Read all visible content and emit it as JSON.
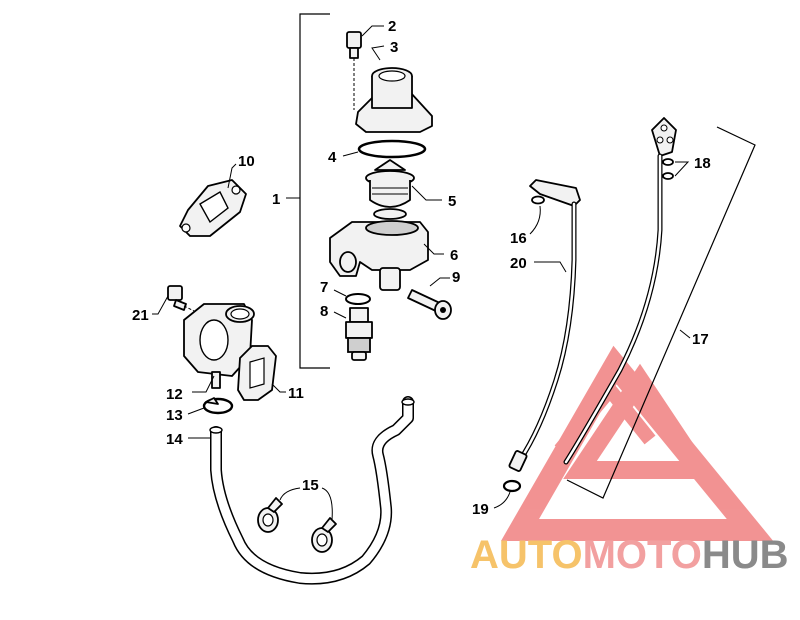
{
  "callouts": {
    "c1": "1",
    "c2": "2",
    "c3": "3",
    "c4": "4",
    "c5": "5",
    "c6": "6",
    "c7": "7",
    "c8": "8",
    "c9": "9",
    "c10": "10",
    "c11": "11",
    "c12": "12",
    "c13": "13",
    "c14": "14",
    "c15": "15",
    "c16": "16",
    "c17": "17",
    "c18": "18",
    "c19": "19",
    "c20": "20",
    "c21": "21"
  },
  "watermark": {
    "part1": "AUTO",
    "part2": "MOTO",
    "part3": "HUB",
    "color1": "#f6c36a",
    "color2": "#f2a0a0",
    "color3": "#8a8a8a",
    "logo_color": "#f08080"
  }
}
